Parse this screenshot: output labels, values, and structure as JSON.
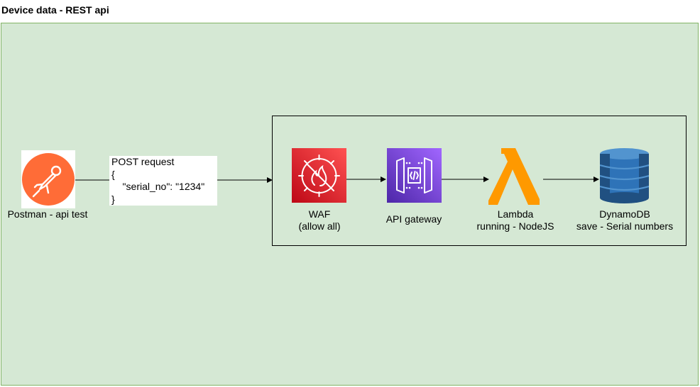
{
  "diagram": {
    "title": "Device data - REST api",
    "client": {
      "label": "Postman - api test",
      "color": "#ff6c37"
    },
    "request": {
      "lines": [
        "POST request",
        "{",
        "    \"serial_no\": \"1234\"",
        "}"
      ]
    },
    "nodes": [
      {
        "id": "waf",
        "lines": [
          "WAF",
          "(allow all)"
        ],
        "icon": "waf-icon",
        "color": "#dd344c"
      },
      {
        "id": "apigw",
        "lines": [
          "API gateway"
        ],
        "icon": "api-gateway-icon",
        "color": "#8c4fff"
      },
      {
        "id": "lambda",
        "lines": [
          "Lambda",
          "running - NodeJS"
        ],
        "icon": "lambda-icon",
        "color": "#ff9900"
      },
      {
        "id": "dynamodb",
        "lines": [
          "DynamoDB",
          "save - Serial numbers"
        ],
        "icon": "dynamodb-icon",
        "color": "#2e73b8"
      }
    ],
    "edges": [
      {
        "from": "postman",
        "to": "waf"
      },
      {
        "from": "waf",
        "to": "apigw"
      },
      {
        "from": "apigw",
        "to": "lambda"
      },
      {
        "from": "lambda",
        "to": "dynamodb"
      }
    ],
    "colors": {
      "background": "#d5e8d4",
      "border": "#82b366"
    }
  }
}
